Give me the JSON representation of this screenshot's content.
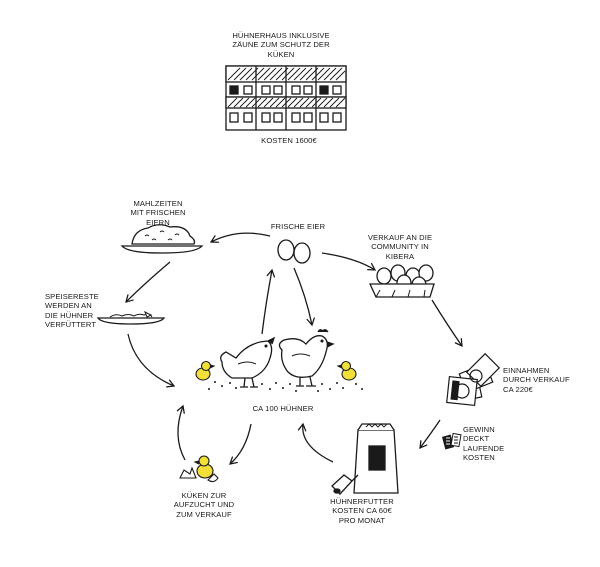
{
  "colors": {
    "ink": "#1a1a1a",
    "chick_yellow": "#f3df3a",
    "background": "#ffffff"
  },
  "labels": {
    "house": "HÜHNERHAUS INKLUSIVE\nZÄUNE ZUM SCHUTZ DER\nKÜKEN",
    "house_cost": "KOSTEN 1600€",
    "fresh_eggs": "FRISCHE EIER",
    "meals": "MAHLZEITEN\nMIT FRISCHEN\nEIERN",
    "community": "VERKAUF AN DIE\nCOMMUNITY IN\nKIBERA",
    "leftovers": "SPEISERESTE\nWERDEN AN\nDIE HÜHNER\nVERFÜTTERT",
    "hens": "CA 100 HÜHNER",
    "income": "EINNAHMEN\nDURCH VERKAUF\nCA 220€",
    "profit": "GEWINN\nDECKT\nLAUFENDE\nKOSTEN",
    "chicks": "KÜKEN ZUR\nAUFZUCHT UND\nZUM VERKAUF",
    "feed": "HÜHNERFUTTER\nKOSTEN CA 60€\nPRO MONAT"
  },
  "icons": {
    "house": "henhouse-icon",
    "eggs": "two-eggs-icon",
    "meal": "food-plate-icon",
    "egg_carton": "egg-carton-icon",
    "scraps": "scraps-plate-icon",
    "hens": "hens-and-chicks-icon",
    "money": "banknotes-icon",
    "coins": "cash-icon",
    "hatching": "hatching-chick-icon",
    "feed": "feed-sack-icon"
  }
}
